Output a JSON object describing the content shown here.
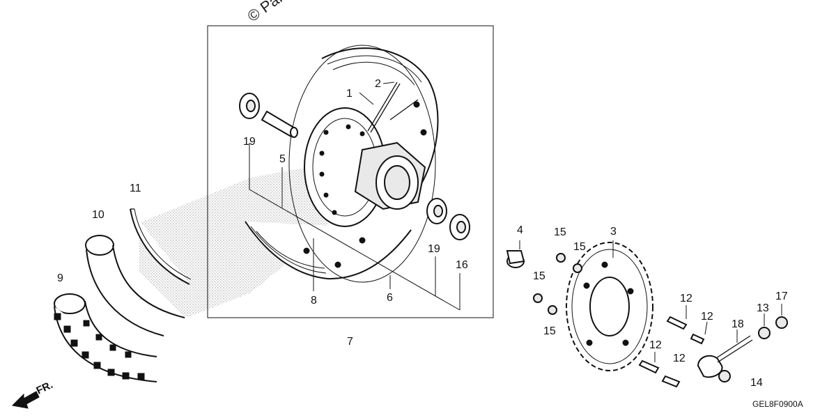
{
  "watermark": "© Parts",
  "diagram_code": "GEL8F0900A",
  "direction_label": "FR.",
  "colors": {
    "ink": "#111111",
    "stipple": "#bdbdbd",
    "background": "#ffffff"
  },
  "parts": [
    {
      "number": "1"
    },
    {
      "number": "2"
    },
    {
      "number": "3"
    },
    {
      "number": "4"
    },
    {
      "number": "5"
    },
    {
      "number": "6"
    },
    {
      "number": "7"
    },
    {
      "number": "8"
    },
    {
      "number": "9"
    },
    {
      "number": "10"
    },
    {
      "number": "11"
    },
    {
      "number": "12"
    },
    {
      "number": "13"
    },
    {
      "number": "14"
    },
    {
      "number": "15"
    },
    {
      "number": "16"
    },
    {
      "number": "17"
    },
    {
      "number": "18"
    },
    {
      "number": "19"
    }
  ]
}
